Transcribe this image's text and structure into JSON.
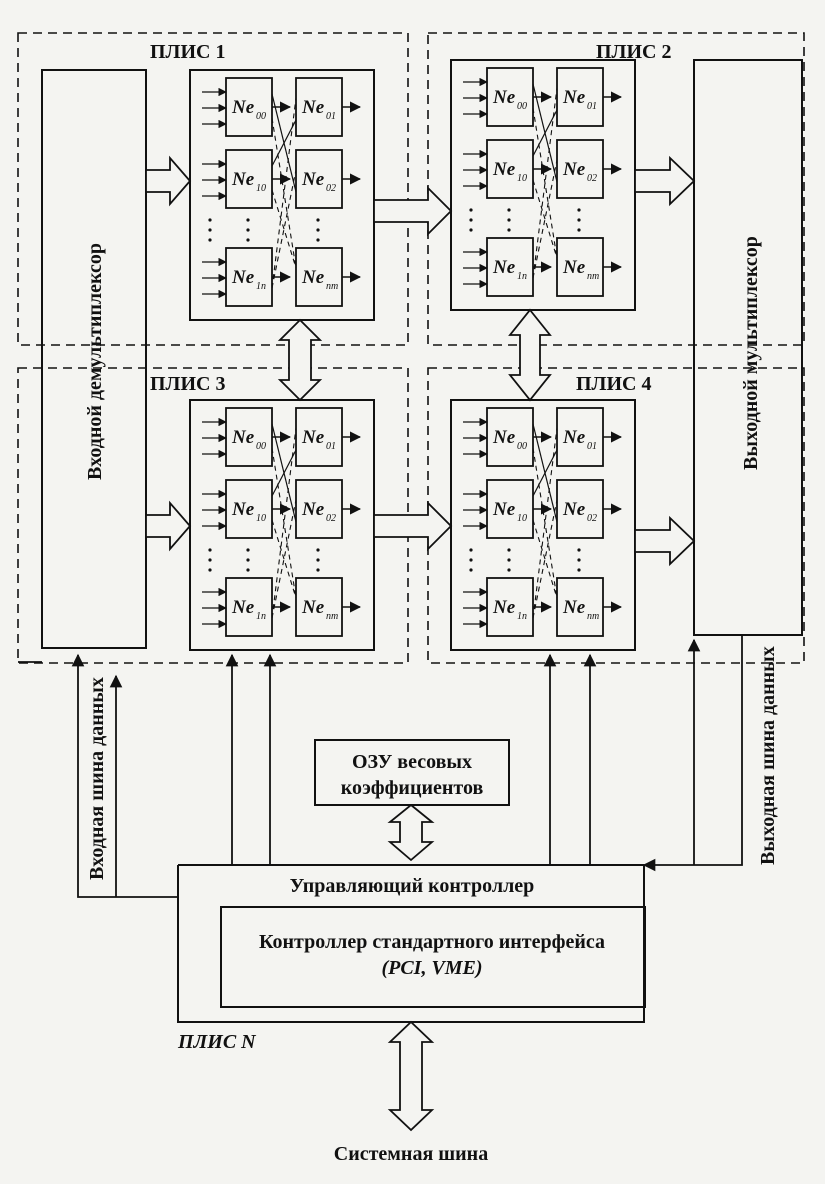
{
  "fpga_labels": {
    "f1": "ПЛИС 1",
    "f2": "ПЛИС 2",
    "f3": "ПЛИС 3",
    "f4": "ПЛИС 4",
    "fn": "ПЛИС N"
  },
  "demux_label": "Входной демультиплексор",
  "mux_label": "Выходной мультиплексор",
  "input_bus_label": "Входная шина данных",
  "output_bus_label": "Выходная шина данных",
  "ram_label_line1": "ОЗУ весовых",
  "ram_label_line2": "коэффициентов",
  "control_label": "Управляющий контроллер",
  "std_if_line1": "Контроллер стандартного интерфейса",
  "std_if_line2": "(PCI,  VME)",
  "system_bus_label": "Системная шина",
  "neuron_base": "Ne",
  "neuron_subs": [
    "00",
    "01",
    "10",
    "02",
    "1n",
    "nm"
  ]
}
